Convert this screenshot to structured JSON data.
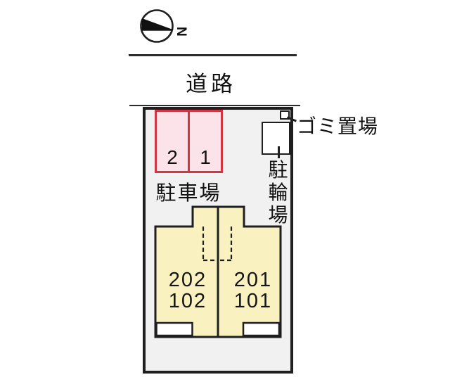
{
  "compass": {
    "north_label": "N"
  },
  "road": {
    "label": "道路"
  },
  "site": {
    "parking": {
      "label": "駐車場",
      "spaces": [
        {
          "number": "2"
        },
        {
          "number": "1"
        }
      ]
    },
    "garbage": {
      "label": "ゴミ置場"
    },
    "bicycle": {
      "label": "駐輪場",
      "chars": [
        "駐",
        "輪",
        "場"
      ]
    },
    "building": {
      "units": [
        {
          "upper": "202",
          "lower": "102"
        },
        {
          "upper": "201",
          "lower": "101"
        }
      ]
    }
  },
  "colors": {
    "line": "#1f1f1f",
    "site_fill": "#f1f1f1",
    "parking_fill": "#fbe3e9",
    "parking_border": "#cf3744",
    "building_fill": "#f9f2c0"
  }
}
